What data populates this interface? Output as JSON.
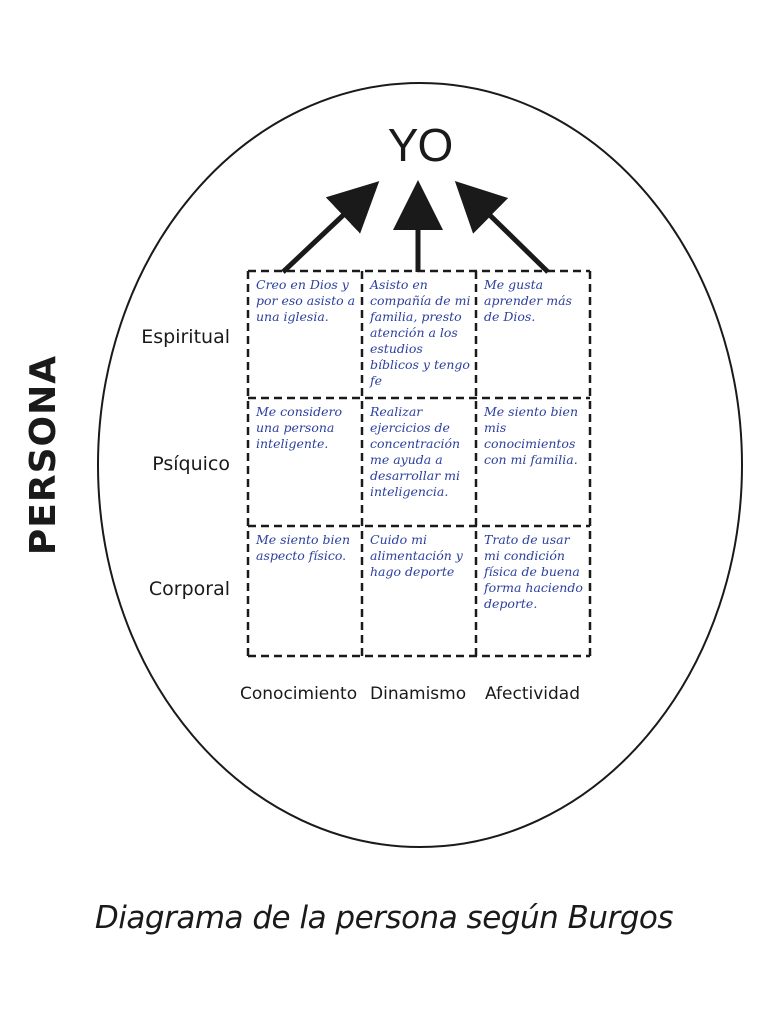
{
  "diagram": {
    "apex_label": "YO",
    "side_label": "PERSONA",
    "caption": "Diagrama de la persona según Burgos",
    "rows": [
      "Espiritual",
      "Psíquico",
      "Corporal"
    ],
    "columns": [
      "Conocimiento",
      "Dinamismo",
      "Afectividad"
    ],
    "cells": [
      [
        "Creo en Dios y por eso asisto a una iglesia.",
        "Asisto en compañía de mi familia, presto atención a los estudios bíblicos y tengo fe",
        "Me gusta aprender más de Dios."
      ],
      [
        "Me considero una persona inteligente.",
        "Realizar ejercicios de concentración me ayuda a desarrollar mi inteligencia.",
        "Me siento bien mis conocimientos con mi familia."
      ],
      [
        "Me siento bien aspecto físico.",
        "Cuido mi alimentación y hago deporte",
        "Trato de usar mi condición física de buena forma haciendo deporte."
      ]
    ],
    "colors": {
      "ink": "#1a1a1a",
      "handwriting": "#2b3f9e"
    }
  }
}
